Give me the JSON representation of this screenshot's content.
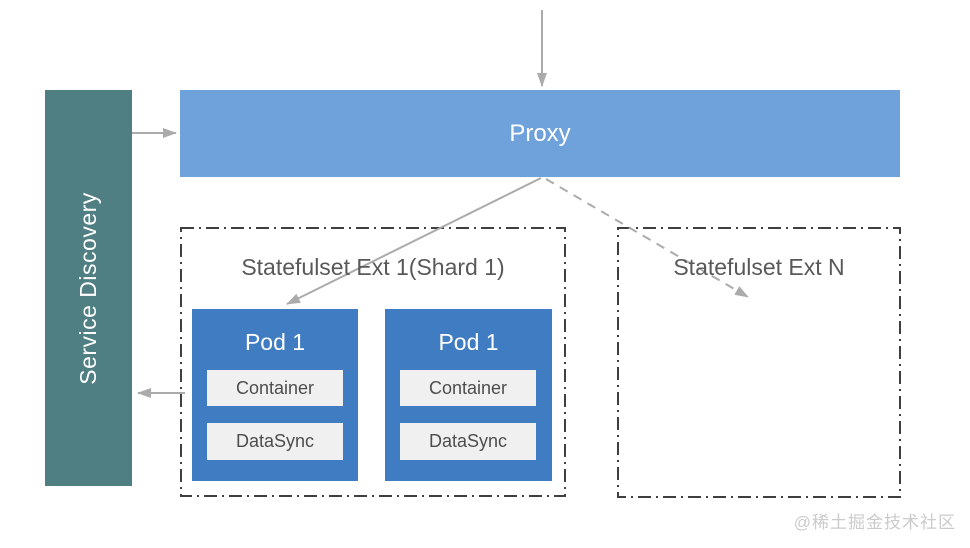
{
  "diagram": {
    "watermark": "@稀土掘金技术社区",
    "colors": {
      "proxy_bar": "#6fa1da",
      "pod_box": "#3f7cc1",
      "service_discovery_bar": "#4f7e83",
      "component_bg": "#f0f0f0",
      "arrow": "#ababab",
      "dashed_border": "#3f3f3f",
      "title_text": "#595959"
    },
    "service_discovery": {
      "label": "Service Discovery"
    },
    "proxy": {
      "label": "Proxy"
    },
    "shard1": {
      "title": "Statefulset Ext 1(Shard 1)",
      "pods": [
        {
          "label": "Pod 1",
          "components": [
            "Container",
            "DataSync"
          ]
        },
        {
          "label": "Pod 1",
          "components": [
            "Container",
            "DataSync"
          ]
        }
      ]
    },
    "shardN": {
      "title": "Statefulset Ext N"
    }
  }
}
